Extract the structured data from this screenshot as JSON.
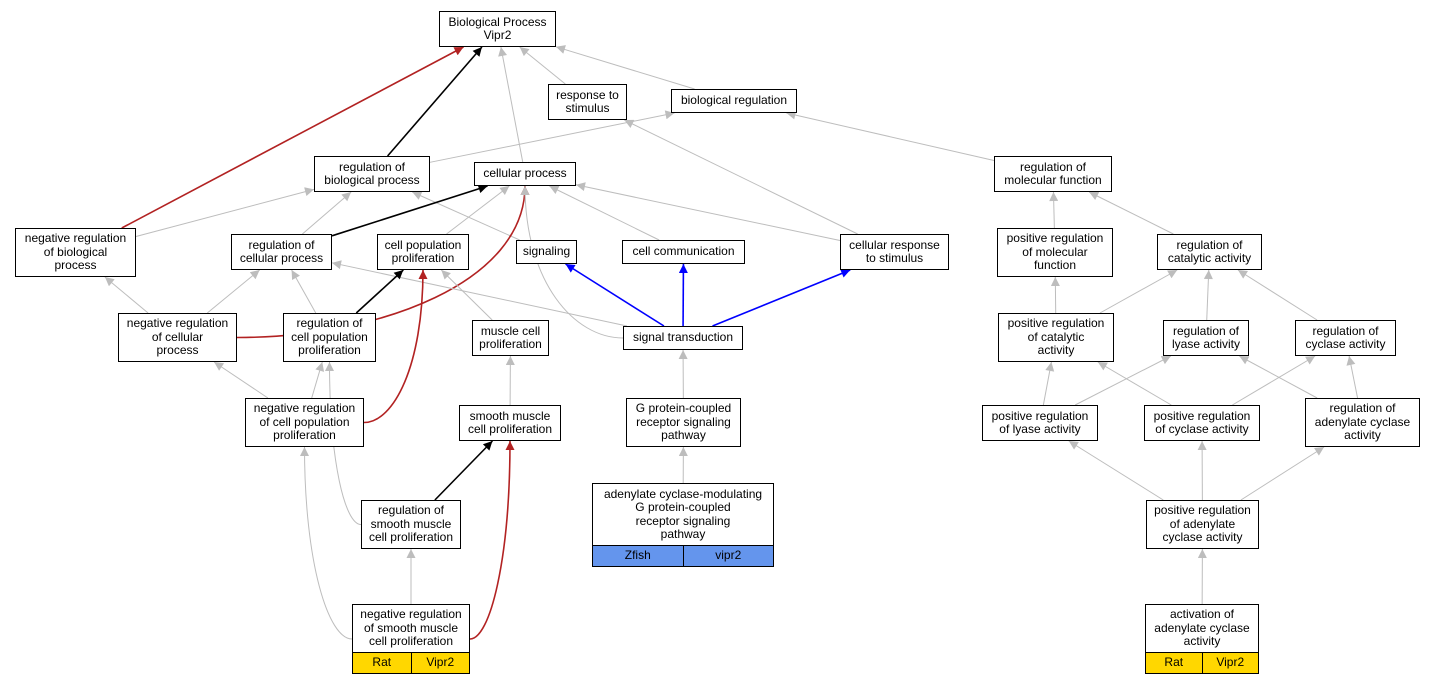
{
  "colors": {
    "gray": "#bdbdbd",
    "black": "#000000",
    "red": "#b22222",
    "blue": "#0000ff",
    "zfish": "#6495ed",
    "rat": "#ffd700"
  },
  "nodes": [
    {
      "id": "bp",
      "label": "Biological Process\nVipr2"
    },
    {
      "id": "resp",
      "label": "response to\nstimulus"
    },
    {
      "id": "breg",
      "label": "biological regulation"
    },
    {
      "id": "regbio",
      "label": "regulation of\nbiological process"
    },
    {
      "id": "cellproc",
      "label": "cellular process"
    },
    {
      "id": "regmol",
      "label": "regulation of\nmolecular function"
    },
    {
      "id": "negbio",
      "label": "negative regulation\nof biological\nprocess"
    },
    {
      "id": "regcell",
      "label": "regulation of\ncellular process"
    },
    {
      "id": "cpp",
      "label": "cell population\nproliferation"
    },
    {
      "id": "signaling",
      "label": "signaling"
    },
    {
      "id": "cellcomm",
      "label": "cell communication"
    },
    {
      "id": "cresp",
      "label": "cellular response\nto stimulus"
    },
    {
      "id": "posmol",
      "label": "positive regulation\nof molecular\nfunction"
    },
    {
      "id": "regcat",
      "label": "regulation of\ncatalytic activity"
    },
    {
      "id": "negcell",
      "label": "negative regulation\nof cellular\nprocess"
    },
    {
      "id": "regcpp",
      "label": "regulation of\ncell population\nproliferation"
    },
    {
      "id": "mcp",
      "label": "muscle cell\nproliferation"
    },
    {
      "id": "sigtrans",
      "label": "signal transduction"
    },
    {
      "id": "poscat",
      "label": "positive regulation\nof catalytic\nactivity"
    },
    {
      "id": "reglyase",
      "label": "regulation of\nlyase activity"
    },
    {
      "id": "regcyc",
      "label": "regulation of\ncyclase activity"
    },
    {
      "id": "negcpp",
      "label": "negative regulation\nof cell population\nproliferation"
    },
    {
      "id": "smcp",
      "label": "smooth muscle\ncell proliferation"
    },
    {
      "id": "gpcr",
      "label": "G protein-coupled\nreceptor signaling\npathway"
    },
    {
      "id": "poslyase",
      "label": "positive regulation\nof lyase activity"
    },
    {
      "id": "poscyc",
      "label": "positive regulation\nof cyclase activity"
    },
    {
      "id": "regadcyc",
      "label": "regulation of\nadenylate cyclase\nactivity"
    },
    {
      "id": "regsmcp",
      "label": "regulation of\nsmooth muscle\ncell proliferation"
    },
    {
      "id": "adcgpcr",
      "label": "adenylate cyclase-modulating\nG protein-coupled\nreceptor signaling\npathway",
      "tab": [
        {
          "text": "Zfish",
          "color": "zfish"
        },
        {
          "text": "vipr2",
          "color": "zfish"
        }
      ]
    },
    {
      "id": "posadcyc",
      "label": "positive regulation\nof adenylate\ncyclase activity"
    },
    {
      "id": "negsmcp",
      "label": "negative regulation\nof smooth muscle\ncell proliferation",
      "tab": [
        {
          "text": "Rat",
          "color": "rat"
        },
        {
          "text": "Vipr2",
          "color": "rat"
        }
      ]
    },
    {
      "id": "actadcyc",
      "label": "activation of\nadenylate cyclase\nactivity",
      "tab": [
        {
          "text": "Rat",
          "color": "rat"
        },
        {
          "text": "Vipr2",
          "color": "rat"
        }
      ]
    }
  ],
  "edges": [
    {
      "from": "resp",
      "to": "bp",
      "color": "gray"
    },
    {
      "from": "breg",
      "to": "bp",
      "color": "gray"
    },
    {
      "from": "regbio",
      "to": "bp",
      "color": "black"
    },
    {
      "from": "cellproc",
      "to": "bp",
      "color": "gray"
    },
    {
      "from": "negbio",
      "to": "bp",
      "color": "red"
    },
    {
      "from": "regbio",
      "to": "breg",
      "color": "gray"
    },
    {
      "from": "regmol",
      "to": "breg",
      "color": "gray"
    },
    {
      "from": "cresp",
      "to": "resp",
      "color": "gray"
    },
    {
      "from": "negbio",
      "to": "regbio",
      "color": "gray"
    },
    {
      "from": "regcell",
      "to": "regbio",
      "color": "gray"
    },
    {
      "from": "signaling",
      "to": "regbio",
      "color": "gray"
    },
    {
      "from": "regcell",
      "to": "cellproc",
      "color": "black"
    },
    {
      "from": "negcell",
      "to": "cellproc",
      "color": "red",
      "curve": true
    },
    {
      "from": "cpp",
      "to": "cellproc",
      "color": "gray"
    },
    {
      "from": "cellcomm",
      "to": "cellproc",
      "color": "gray"
    },
    {
      "from": "cresp",
      "to": "cellproc",
      "color": "gray"
    },
    {
      "from": "sigtrans",
      "to": "cellproc",
      "color": "gray",
      "curve": true
    },
    {
      "from": "negcell",
      "to": "negbio",
      "color": "gray"
    },
    {
      "from": "negcell",
      "to": "regcell",
      "color": "gray"
    },
    {
      "from": "regcpp",
      "to": "regcell",
      "color": "gray"
    },
    {
      "from": "sigtrans",
      "to": "regcell",
      "color": "gray"
    },
    {
      "from": "regcpp",
      "to": "cpp",
      "color": "black"
    },
    {
      "from": "mcp",
      "to": "cpp",
      "color": "gray"
    },
    {
      "from": "negcpp",
      "to": "cpp",
      "color": "red",
      "curve": true
    },
    {
      "from": "sigtrans",
      "to": "signaling",
      "color": "blue"
    },
    {
      "from": "sigtrans",
      "to": "cellcomm",
      "color": "blue"
    },
    {
      "from": "sigtrans",
      "to": "cresp",
      "color": "blue"
    },
    {
      "from": "posmol",
      "to": "regmol",
      "color": "gray"
    },
    {
      "from": "regcat",
      "to": "regmol",
      "color": "gray"
    },
    {
      "from": "poscat",
      "to": "posmol",
      "color": "gray"
    },
    {
      "from": "poscat",
      "to": "regcat",
      "color": "gray"
    },
    {
      "from": "reglyase",
      "to": "regcat",
      "color": "gray"
    },
    {
      "from": "regcyc",
      "to": "regcat",
      "color": "gray"
    },
    {
      "from": "negcpp",
      "to": "negcell",
      "color": "gray"
    },
    {
      "from": "negcpp",
      "to": "regcpp",
      "color": "gray"
    },
    {
      "from": "regsmcp",
      "to": "regcpp",
      "color": "gray",
      "curve": true
    },
    {
      "from": "smcp",
      "to": "mcp",
      "color": "gray"
    },
    {
      "from": "gpcr",
      "to": "sigtrans",
      "color": "gray"
    },
    {
      "from": "poslyase",
      "to": "poscat",
      "color": "gray"
    },
    {
      "from": "poslyase",
      "to": "reglyase",
      "color": "gray"
    },
    {
      "from": "poscyc",
      "to": "poscat",
      "color": "gray"
    },
    {
      "from": "poscyc",
      "to": "regcyc",
      "color": "gray"
    },
    {
      "from": "regadcyc",
      "to": "reglyase",
      "color": "gray"
    },
    {
      "from": "regadcyc",
      "to": "regcyc",
      "color": "gray"
    },
    {
      "from": "regsmcp",
      "to": "smcp",
      "color": "black"
    },
    {
      "from": "negsmcp",
      "to": "smcp",
      "color": "red",
      "curve": true
    },
    {
      "from": "negsmcp",
      "to": "regsmcp",
      "color": "gray"
    },
    {
      "from": "negsmcp",
      "to": "negcpp",
      "color": "gray",
      "curve": true
    },
    {
      "from": "adcgpcr",
      "to": "gpcr",
      "color": "gray"
    },
    {
      "from": "posadcyc",
      "to": "poslyase",
      "color": "gray"
    },
    {
      "from": "posadcyc",
      "to": "poscyc",
      "color": "gray"
    },
    {
      "from": "posadcyc",
      "to": "regadcyc",
      "color": "gray"
    },
    {
      "from": "actadcyc",
      "to": "posadcyc",
      "color": "gray"
    }
  ]
}
